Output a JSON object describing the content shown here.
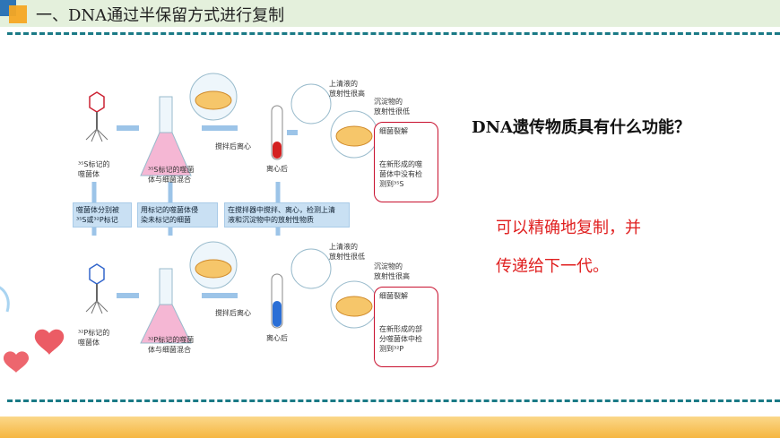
{
  "header": {
    "title": "一、DNA通过半保留方式进行复制"
  },
  "colors": {
    "header_bg": "#e4f0dc",
    "accent_blue": "#2e75b6",
    "accent_orange": "#f5a623",
    "divider": "#1a7a86",
    "answer_red": "#e02020"
  },
  "figure": {
    "top_row": {
      "phage_label": "³⁵S标记的\n噬菌体",
      "flask_label": "³⁵S标记的噬菌\n体与细菌混合",
      "stir_label": "搅拌后离心",
      "centrifuge_label": "离心后",
      "supernatant_label": "上清液的\n放射性很高",
      "sediment_label": "沉淀物的\n放射性很低",
      "lysis_title": "细菌裂解",
      "lysis_text": "在新形成的噬\n菌体中没有检\n测到³⁵S"
    },
    "middle_row": {
      "box1": "噬菌体分别被\n³⁵S或³²P标记",
      "box2": "用标记的噬菌体侵\n染未标记的细菌",
      "box3": "在搅拌器中搅拌、离心，检测上清\n液和沉淀物中的放射性物质"
    },
    "bottom_row": {
      "phage_label": "³²P标记的\n噬菌体",
      "flask_label": "³²P标记的噬菌\n体与细菌混合",
      "stir_label": "搅拌后离心",
      "centrifuge_label": "离心后",
      "supernatant_label": "上清液的\n放射性很低",
      "sediment_label": "沉淀物的\n放射性很高",
      "lysis_title": "细菌裂解",
      "lysis_text": "在新形成的部\n分噬菌体中检\n测到³²P"
    }
  },
  "main": {
    "question": "DNA遗传物质具有什么功能？",
    "answer_line1": "可以精确地复制，并",
    "answer_line2": "传递给下一代。"
  }
}
